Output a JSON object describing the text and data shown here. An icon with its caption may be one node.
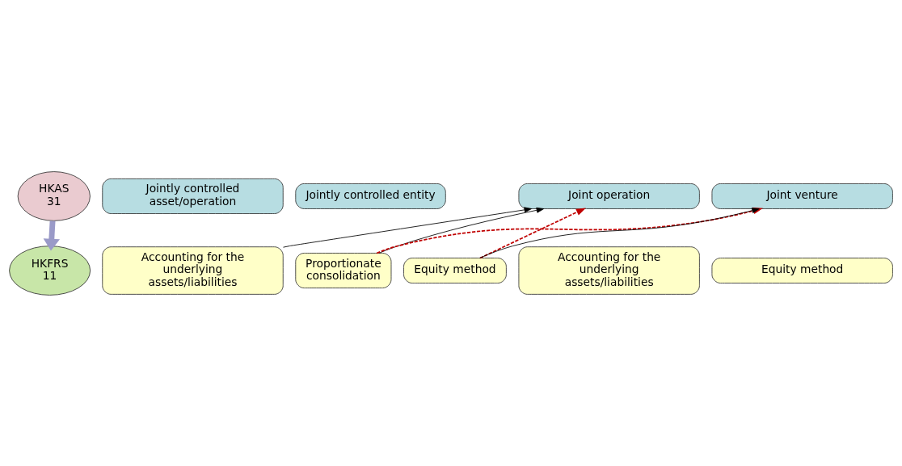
{
  "diagram": {
    "nodes": [
      {
        "text": [
          "HKAS 31"
        ]
      },
      {
        "text": [
          "HKFRS 11"
        ]
      },
      {
        "text": [
          "Jointly controlled asset/operation"
        ]
      },
      {
        "text": [
          "Accounting for the underlying assets/liabilities"
        ]
      },
      {
        "text": [
          "Jointly controlled entity"
        ]
      },
      {
        "text": [
          "Proportionate consolidation"
        ]
      },
      {
        "text": [
          "Equity method"
        ]
      },
      {
        "text": [
          "Joint operation"
        ]
      },
      {
        "text": [
          "Accounting for the underlying assets/liabilities"
        ]
      },
      {
        "text": [
          "Joint venture"
        ]
      },
      {
        "text": [
          "Equity method"
        ]
      }
    ],
    "edges": [
      {
        "from": 0,
        "to": 1,
        "arrow": "to",
        "style": "thick",
        "color": "#9a9ac8"
      },
      {
        "from": 3,
        "to": 7,
        "arrow": "to"
      },
      {
        "from": 5,
        "to": 7,
        "arrow": "to"
      },
      {
        "from": 5,
        "to": 9,
        "arrow": "to",
        "style": "dashed",
        "color": "#c00000"
      },
      {
        "from": 6,
        "to": 7,
        "arrow": "to",
        "style": "dashed",
        "color": "#c00000"
      },
      {
        "from": 6,
        "to": 9,
        "arrow": "to"
      }
    ]
  }
}
